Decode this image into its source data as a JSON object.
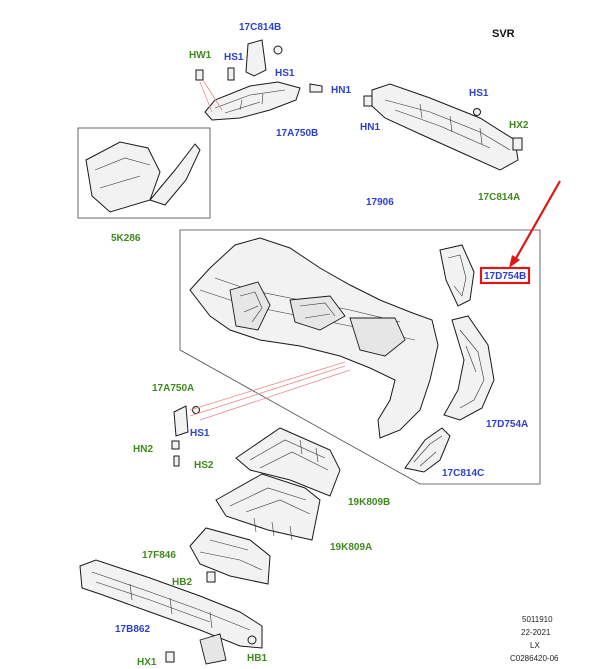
{
  "variant": "SVR",
  "labels": {
    "l_17C814B": "17C814B",
    "l_HW1": "HW1",
    "l_HS1_top": "HS1",
    "l_HS1_top2": "HS1",
    "l_HN1_top": "HN1",
    "l_17A750B": "17A750B",
    "l_HS1_right": "HS1",
    "l_HN1_right": "HN1",
    "l_HX2": "HX2",
    "l_17C814A": "17C814A",
    "l_5K286": "5K286",
    "l_17906": "17906",
    "l_17D754B": "17D754B",
    "l_17D754A": "17D754A",
    "l_17C814C": "17C814C",
    "l_17A750A": "17A750A",
    "l_HS1_mid": "HS1",
    "l_HN2": "HN2",
    "l_HS2": "HS2",
    "l_19K809B": "19K809B",
    "l_17F846": "17F846",
    "l_19K809A": "19K809A",
    "l_HB2": "HB2",
    "l_17B862": "17B862",
    "l_HX1": "HX1",
    "l_HB1": "HB1"
  },
  "meta": {
    "line1": "5011910",
    "line2": "22-2021",
    "line3": "LX",
    "line4": "C0286420-06"
  }
}
